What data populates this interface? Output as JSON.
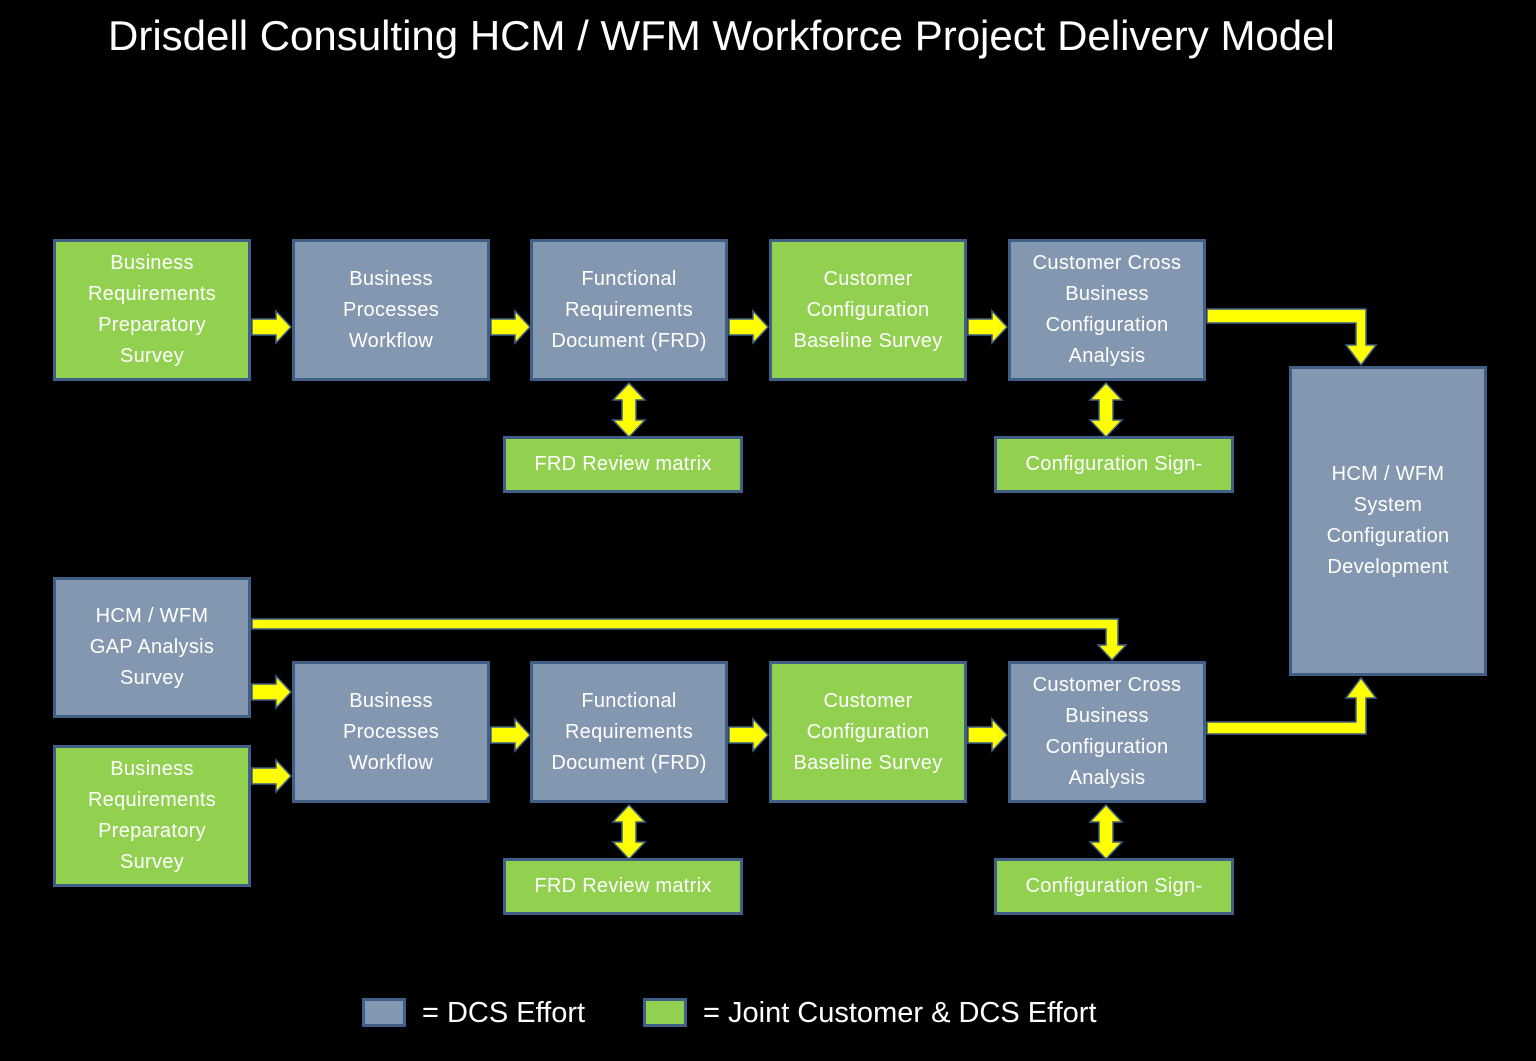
{
  "title": "Drisdell Consulting HCM / WFM Workforce Project Delivery Model",
  "colors": {
    "dcs": "#8497b0",
    "joint": "#92d050",
    "arrow": "#ffff00",
    "border": "#3f5f86"
  },
  "top_row": {
    "brps": [
      "Business",
      "Requirements",
      "Preparatory",
      "Survey"
    ],
    "bpw": [
      "Business",
      "Processes",
      "Workflow"
    ],
    "frd": [
      "Functional",
      "Requirements",
      "Document (FRD)"
    ],
    "ccbs": [
      "Customer",
      "Configuration",
      "Baseline Survey"
    ],
    "ccbca": [
      "Customer Cross",
      "Business",
      "Configuration",
      "Analysis"
    ],
    "frd_review": "FRD Review matrix",
    "config_signoff": "Configuration Sign-"
  },
  "bottom_row": {
    "gap": [
      "HCM / WFM",
      "GAP Analysis",
      "Survey"
    ],
    "brps": [
      "Business",
      "Requirements",
      "Preparatory",
      "Survey"
    ],
    "bpw": [
      "Business",
      "Processes",
      "Workflow"
    ],
    "frd": [
      "Functional",
      "Requirements",
      "Document (FRD)"
    ],
    "ccbs": [
      "Customer",
      "Configuration",
      "Baseline Survey"
    ],
    "ccbca": [
      "Customer Cross",
      "Business",
      "Configuration",
      "Analysis"
    ],
    "frd_review": "FRD Review matrix",
    "config_signoff": "Configuration Sign-"
  },
  "system": [
    "HCM / WFM",
    "System",
    "Configuration",
    "Development"
  ],
  "legend": {
    "dcs_label": "= DCS Effort",
    "joint_label": "= Joint Customer & DCS Effort"
  }
}
